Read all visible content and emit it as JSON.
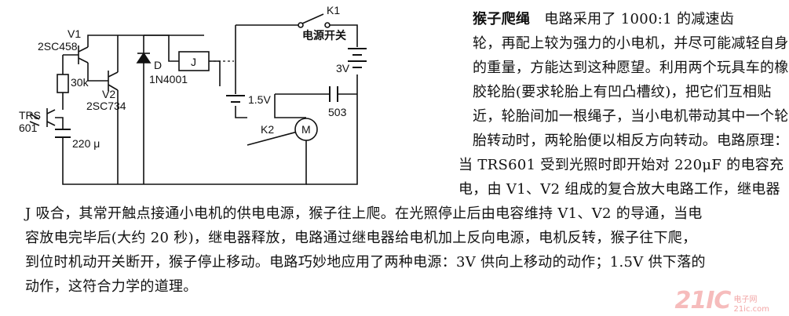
{
  "schematic": {
    "v1_name": "V1",
    "v1_part": "2SC458",
    "v2_name": "V2",
    "v2_part": "2SC734",
    "resistor": "30k",
    "phototransistor_name": "TRS",
    "phototransistor_part": "601",
    "capacitor": "220 μ",
    "diode_name": "D",
    "diode_part": "1N4001",
    "relay": "J",
    "switch_name": "K1",
    "switch_label": "电源开关",
    "battery_3v": "3V",
    "battery_15v": "1.5V",
    "cap_503": "503",
    "k2": "K2",
    "motor": "M"
  },
  "text": {
    "title": "猴子爬绳",
    "lines": [
      "电路采用了 1000:1 的减速齿",
      "轮，再配上较为强力的小电机，并尽可能减轻自身",
      "的重量，方能达到这种愿望。利用两个玩具车的橡",
      "胶轮胎(要求轮胎上有凹凸槽纹)，把它们互相贴",
      "近，轮胎间加一根绳子，当小电机带动其中一个轮",
      "胎转动时，两轮胎便以相反方向转动。电路原理：",
      "当 TRS601 受到光照时即开始对 220μF 的电容充",
      "电，由 V1、V2 组成的复合放大电路工作，继电器",
      "J 吸合，其常开触点接通小电机的供电电源，猴子往上爬。在光照停止后由电容维持 V1、V2 的导通，当电",
      "容放电完毕后(大约 20 秒)，继电器释放，电路通过继电器给电机加上反向电源，电机反转，猴子往下爬，",
      "到位时机动开关断开，猴子停止移动。电路巧妙地应用了两种电源：3V 供向上移动的动作；1.5V 供下落的",
      "动作，这符合力学的道理。"
    ]
  },
  "watermark": {
    "main": "21IC",
    "sub1": "电子网",
    "sub2": "21ic.com"
  }
}
